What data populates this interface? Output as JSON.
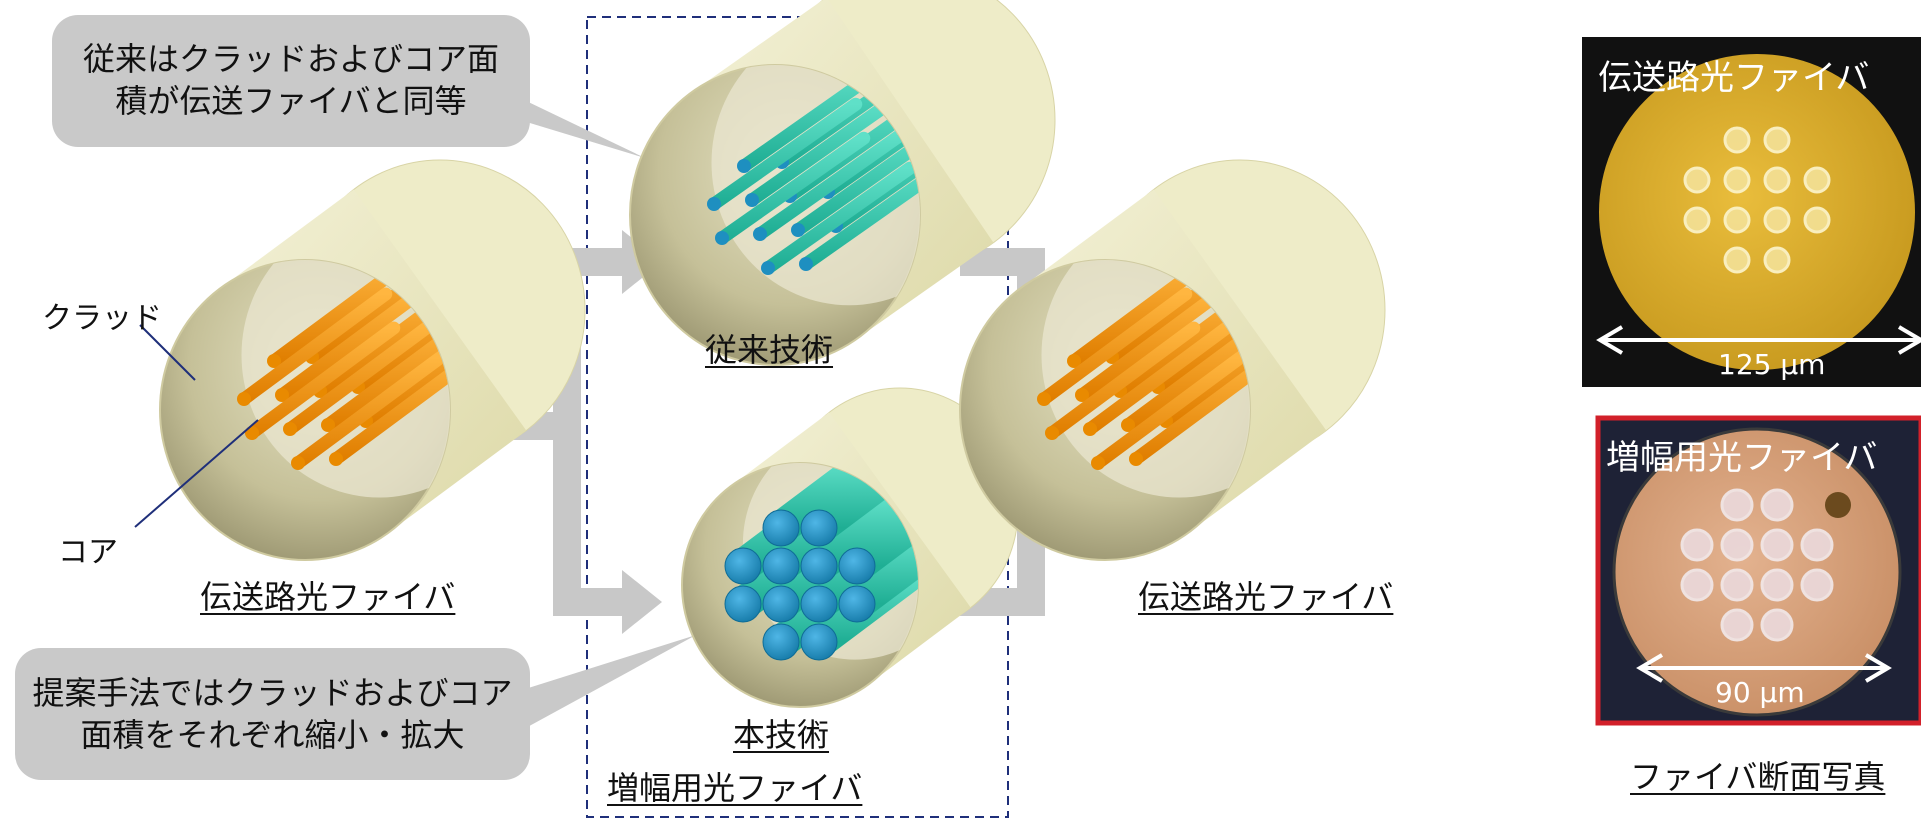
{
  "bubbles": {
    "conventional": {
      "line1": "従来はクラッドおよびコア面",
      "line2": "積が伝送ファイバと同等"
    },
    "proposed": {
      "line1": "提案手法ではクラッドおよびコア",
      "line2": "面積をそれぞれ縮小・拡大"
    }
  },
  "labels": {
    "cladding": "クラッド",
    "core": "コア",
    "left_fiber": "伝送路光ファイバ",
    "conventional_tech": "従来技術",
    "this_tech": "本技術",
    "amp_fiber": "増幅用光ファイバ",
    "right_fiber": "伝送路光ファイバ"
  },
  "photos": {
    "top": {
      "title": "伝送路光ファイバ",
      "dimension": "125 μm"
    },
    "bottom": {
      "title": "増幅用光ファイバ",
      "dimension": "90 μm"
    },
    "caption": "ファイバ断面写真"
  },
  "colors": {
    "cladding": "#e9e6bf",
    "orange_core": "#f0960a",
    "teal_core": "#2ec4a8",
    "blue_core_end": "#1e8fc0",
    "arrow": "#c8c8c8",
    "dashed_frame": "#1f2f7a",
    "bubble": "#c9c9c9",
    "photo_bg": "#111111",
    "photo_red_border": "#d2202a",
    "photo_top_disc": "#e0b534",
    "photo_bottom_disc": "#d9a47e"
  }
}
